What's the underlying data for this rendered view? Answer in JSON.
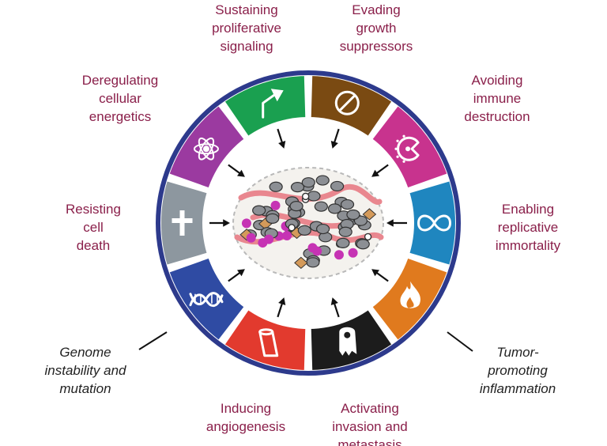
{
  "colors": {
    "ring": "#2d3a8c",
    "label": "#8a1f4a",
    "enabling_label": "#222222",
    "background": "#ffffff"
  },
  "hallmarks": [
    {
      "id": "sustaining-proliferative-signaling",
      "lines": [
        "Sustaining",
        "proliferative",
        "signaling"
      ],
      "color": "#1aa050",
      "icon": "arrow-up-right-icon"
    },
    {
      "id": "evading-growth-suppressors",
      "lines": [
        "Evading",
        "growth",
        "suppressors"
      ],
      "color": "#7a4a12",
      "icon": "no-entry-icon"
    },
    {
      "id": "avoiding-immune-destruction",
      "lines": [
        "Avoiding",
        "immune",
        "destruction"
      ],
      "color": "#c8338e",
      "icon": "pacman-cell-icon"
    },
    {
      "id": "enabling-replicative-immortality",
      "lines": [
        "Enabling",
        "replicative",
        "immortality"
      ],
      "color": "#1f86bf",
      "icon": "infinity-icon"
    },
    {
      "id": "tumor-promoting-inflammation",
      "lines": [
        "Tumor-",
        "promoting",
        "inflammation"
      ],
      "color": "#e07a1e",
      "icon": "flame-icon"
    },
    {
      "id": "activating-invasion-and-metastasis",
      "lines": [
        "Activating",
        "invasion and",
        "metastasis"
      ],
      "color": "#1c1c1c",
      "icon": "ghost-cell-icon"
    },
    {
      "id": "inducing-angiogenesis",
      "lines": [
        "Inducing",
        "angiogenesis"
      ],
      "color": "#e23a2e",
      "icon": "vessel-icon"
    },
    {
      "id": "genome-instability-and-mutation",
      "lines": [
        "Genome",
        "instability and",
        "mutation"
      ],
      "color": "#2f4ba3",
      "icon": "dna-icon"
    },
    {
      "id": "resisting-cell-death",
      "lines": [
        "Resisting",
        "cell",
        "death"
      ],
      "color": "#8d979f",
      "icon": "cross-icon"
    },
    {
      "id": "deregulating-cellular-energetics",
      "lines": [
        "Deregulating",
        "cellular",
        "energetics"
      ],
      "color": "#9b3aa0",
      "icon": "atom-icon"
    }
  ]
}
